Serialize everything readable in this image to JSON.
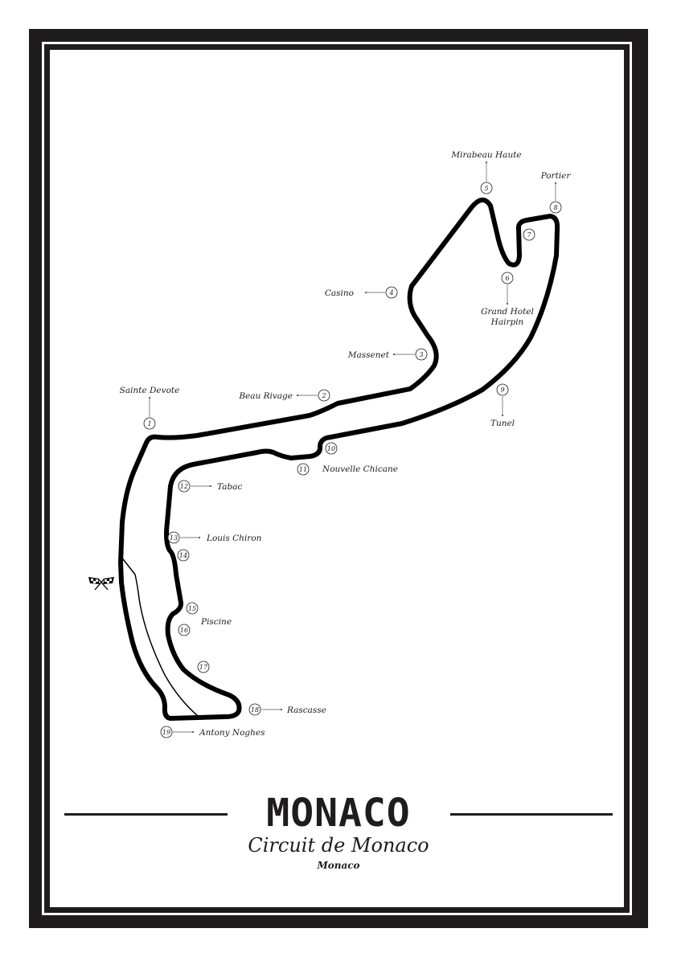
{
  "poster": {
    "title": "MONACO",
    "circuit_name": "Circuit de Monaco",
    "country": "Monaco"
  },
  "corners": [
    {
      "number": "1",
      "name": "Sainte Devote"
    },
    {
      "number": "2",
      "name": "Beau Rivage"
    },
    {
      "number": "3",
      "name": "Massenet"
    },
    {
      "number": "4",
      "name": "Casino"
    },
    {
      "number": "5",
      "name": "Mirabeau Haute"
    },
    {
      "number": "6",
      "name": "Grand Hotel",
      "name_line2": "Hairpin"
    },
    {
      "number": "7"
    },
    {
      "number": "8",
      "name": "Portier"
    },
    {
      "number": "9",
      "name": "Tunel"
    },
    {
      "number": "10"
    },
    {
      "number": "11",
      "name": "Nouvelle Chicane"
    },
    {
      "number": "12",
      "name": "Tabac"
    },
    {
      "number": "13",
      "name": "Louis Chiron"
    },
    {
      "number": "14"
    },
    {
      "number": "15"
    },
    {
      "number": "16",
      "name": "Piscine"
    },
    {
      "number": "17"
    },
    {
      "number": "18",
      "name": "Rascasse"
    },
    {
      "number": "19",
      "name": "Antony Noghes"
    }
  ],
  "icons": {
    "start_finish": "checkered-flags-icon"
  },
  "colors": {
    "ink": "#1e1c1d",
    "paper": "#ffffff"
  }
}
